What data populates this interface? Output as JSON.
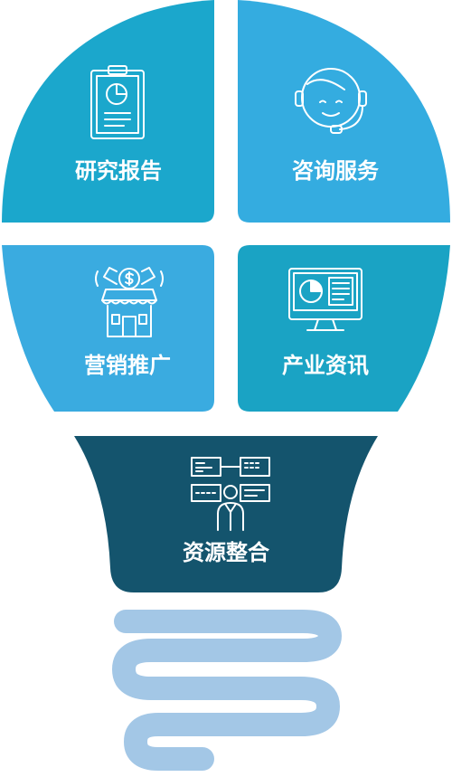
{
  "segments": {
    "top_left": {
      "label": "研究报告",
      "icon": "clipboard-chart-icon",
      "color": "#1ba7cc"
    },
    "top_right": {
      "label": "咨询服务",
      "icon": "headset-support-icon",
      "color": "#34ace0"
    },
    "middle_left": {
      "label": "营销推广",
      "icon": "store-money-icon",
      "color": "#3aabe0"
    },
    "middle_right": {
      "label": "产业资讯",
      "icon": "monitor-report-icon",
      "color": "#1aa3c4"
    },
    "base": {
      "label": "资源整合",
      "icon": "network-person-icon",
      "color": "#14546d"
    }
  },
  "screw_color": "#a3c7e6"
}
